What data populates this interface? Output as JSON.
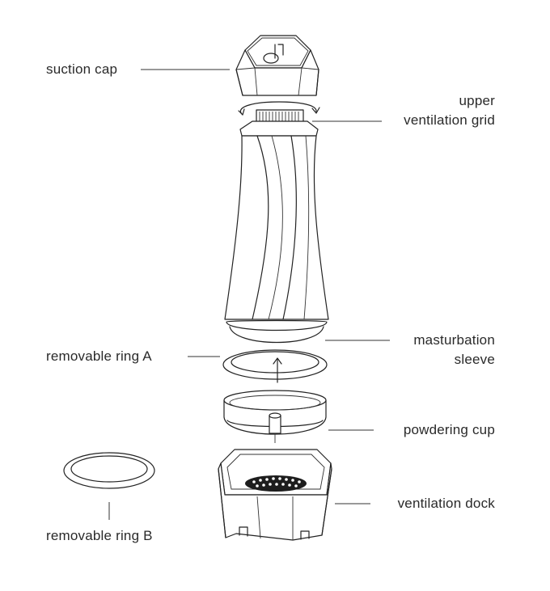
{
  "labels": {
    "suction_cap": "suction cap",
    "upper_ventilation_grid_line1": "upper",
    "upper_ventilation_grid_line2": "ventilation grid",
    "masturbation_sleeve_line1": "masturbation",
    "masturbation_sleeve_line2": "sleeve",
    "removable_ring_a": "removable ring A",
    "powdering_cup": "powdering cup",
    "ventilation_dock": "ventilation dock",
    "removable_ring_b": "removable ring B"
  },
  "colors": {
    "stroke": "#222222",
    "text": "#2a2a2a",
    "background": "#ffffff"
  }
}
